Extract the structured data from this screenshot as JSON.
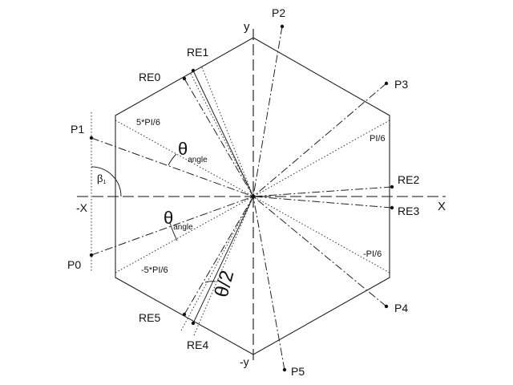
{
  "axes": {
    "x_pos": "X",
    "x_neg": "-X",
    "y_pos": "y",
    "y_neg": "-y"
  },
  "points": {
    "p0": "P0",
    "p1": "P1",
    "p2": "P2",
    "p3": "P3",
    "p4": "P4",
    "p5": "P5"
  },
  "re": {
    "re0": "RE0",
    "re1": "RE1",
    "re2": "RE2",
    "re3": "RE3",
    "re4": "RE4",
    "re5": "RE5"
  },
  "angles": {
    "pi6": "PI/6",
    "neg_pi6": "-PI/6",
    "five_pi6": "5*PI/6",
    "neg_five_pi6": "-5*PI/6",
    "theta": "θ",
    "theta_sub": "angle",
    "theta_half": "θ/2",
    "beta": "β",
    "beta_sub": "1"
  }
}
